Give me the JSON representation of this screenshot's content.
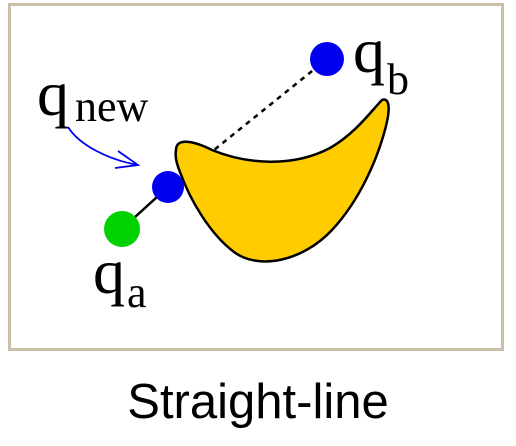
{
  "caption": "Straight-line",
  "labels": {
    "q_new": {
      "base": "q",
      "sub": "new"
    },
    "q_b": {
      "base": "q",
      "sub": "b"
    },
    "q_a": {
      "base": "q",
      "sub": "a"
    }
  },
  "colors": {
    "frame_border": "#cbbfa8",
    "obstacle_fill": "#ffcc00",
    "obstacle_stroke": "#000000",
    "node_blue": "#0000ee",
    "node_green": "#00d100",
    "arrow": "#0000ee"
  }
}
